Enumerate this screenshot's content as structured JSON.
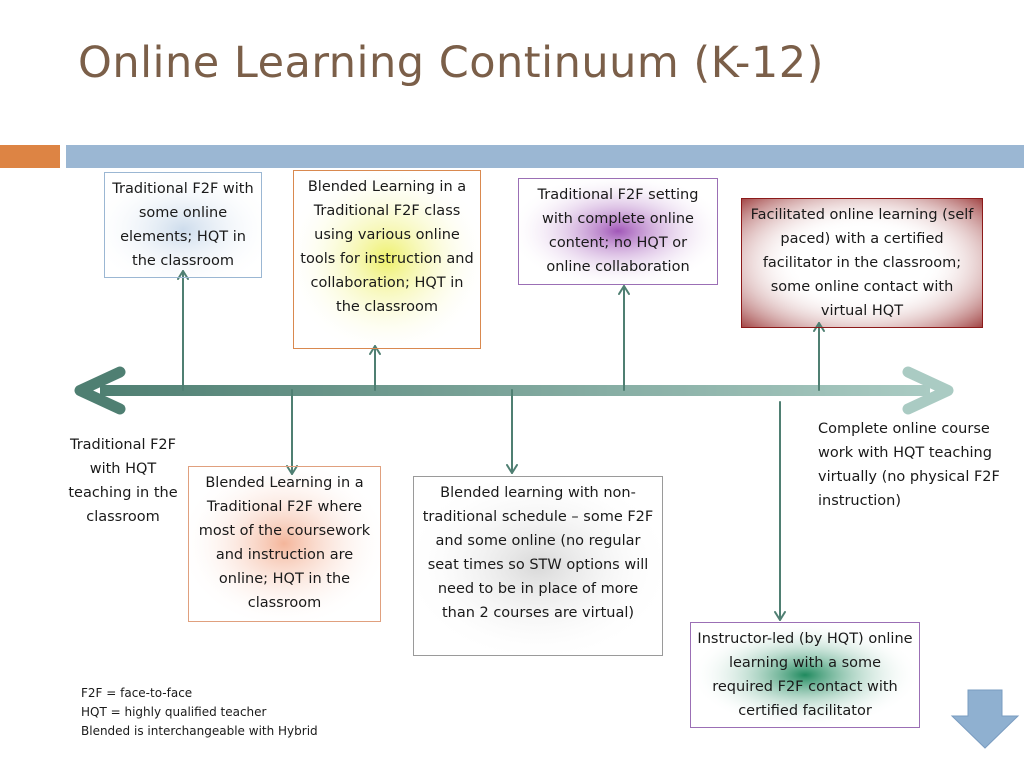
{
  "title": "Online Learning Continuum (K-12)",
  "boxes": {
    "trad_some_online": "Traditional F2F with some online elements; HQT in the classroom",
    "blended_traditional_tools": "Blended Learning in a Traditional F2F class using various online tools for instruction and collaboration; HQT in the classroom",
    "trad_complete_content": "Traditional F2F setting with complete online content; no HQT or online collaboration",
    "facilitated_online": "Facilitated online learning (self paced) with a certified facilitator in the classroom; some online contact with virtual HQT",
    "blended_mostly_online": "Blended Learning in a Traditional F2F where most of the coursework and instruction are online; HQT in the classroom",
    "blended_nontraditional": "Blended learning with non-traditional schedule – some F2F and some online (no regular seat times so STW options will need to be in place of more than 2 courses are virtual)",
    "instructor_led": "Instructor-led (by HQT) online learning with a some required F2F contact with certified facilitator"
  },
  "endpoints": {
    "left": "Traditional F2F with HQT teaching in the classroom",
    "right": "Complete online course work with HQT teaching virtually (no physical F2F instruction)"
  },
  "legend": {
    "f2f": "F2F = face-to-face",
    "hqt": "HQT = highly qualified teacher",
    "blended": "Blended is interchangeable with Hybrid"
  },
  "icons": {
    "nav": "arrow-down-icon"
  },
  "colors": {
    "title": "#7b5f49",
    "accent_orange": "#dd8444",
    "accent_blue": "#9bb7d3",
    "line_dark": "#4f7f72",
    "line_light": "#a6c7bf"
  }
}
